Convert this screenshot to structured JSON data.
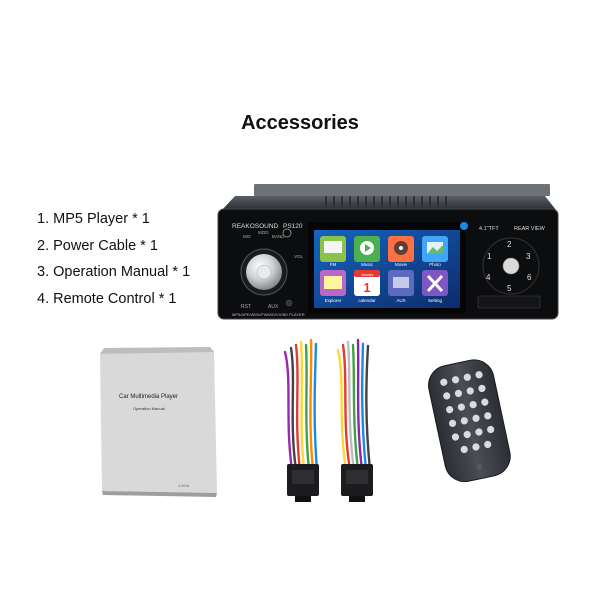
{
  "heading": "Accessories",
  "items": [
    "1. MP5 Player * 1",
    "2. Power Cable * 1",
    "3. Operation Manual * 1",
    "4. Remote Control * 1"
  ],
  "player": {
    "brand": "REAKOSOUND",
    "model": "PS120",
    "screen_size": "4.1\"TFT",
    "rear_view": "REAR VIEW",
    "knob_labels": [
      "MIC",
      "MOD",
      "BAND",
      "VOL",
      "RST",
      "AUX"
    ],
    "bottom_text": "MP5/APE/WMV/FWM/DIVX/BD PLAYER",
    "apps": [
      {
        "label": "FM",
        "color": "#8bc34a"
      },
      {
        "label": "Music",
        "color": "#4caf50"
      },
      {
        "label": "Movie",
        "color": "#ff7043"
      },
      {
        "label": "Photo",
        "color": "#42a5f5"
      },
      {
        "label": "Explorer",
        "color": "#ba68c8"
      },
      {
        "label": "calendar",
        "color": "#e53935"
      },
      {
        "label": "AUX",
        "color": "#5c6bc0"
      },
      {
        "label": "Setting",
        "color": "#7e57c2"
      }
    ],
    "buttons": [
      "1",
      "2",
      "3",
      "4",
      "5",
      "6"
    ],
    "calendar_day": "1",
    "calendar_month": "January"
  },
  "manual": {
    "title": "Car Multimedia Player",
    "subtitle": "Operation Manual",
    "code": "4-001A"
  }
}
